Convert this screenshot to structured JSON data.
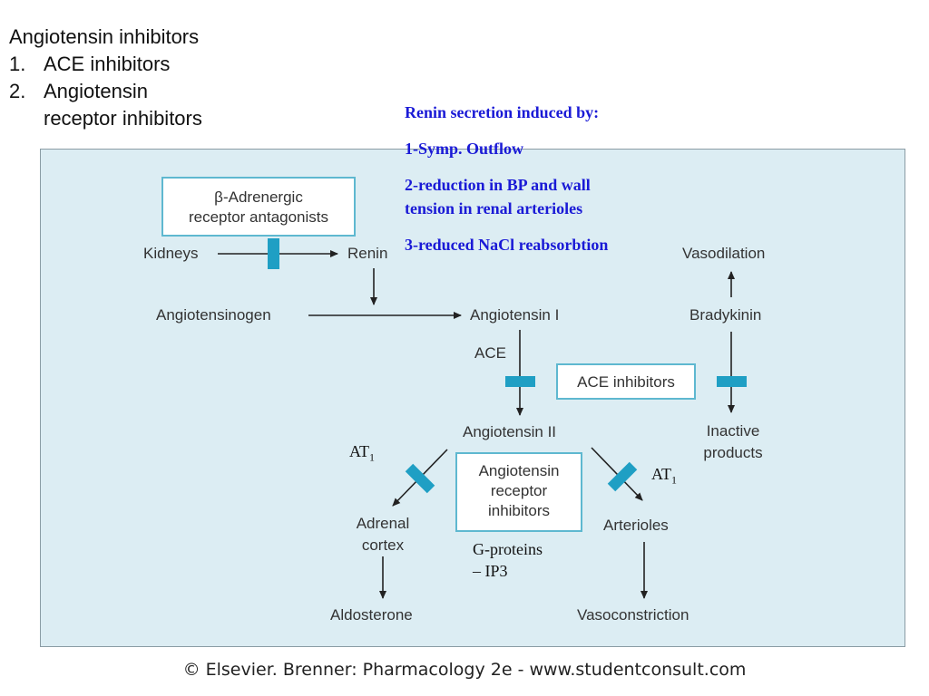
{
  "outline": {
    "heading": "Angiotensin inhibitors",
    "items": [
      {
        "num": "1.",
        "text": "ACE inhibitors"
      },
      {
        "num": "2.",
        "text": "Angiotensin",
        "cont": "receptor inhibitors"
      }
    ]
  },
  "note": {
    "title": "Renin secretion induced by:",
    "line1": "1-Symp. Outflow",
    "line2a": "2-reduction in BP and wall",
    "line2b": "tension in renal arterioles",
    "line3": "3-reduced NaCl reabsorbtion"
  },
  "diagram": {
    "beta_box_line1": "β-Adrenergic",
    "beta_box_line2": "receptor antagonists",
    "kidneys": "Kidneys",
    "renin": "Renin",
    "angiotensinogen": "Angiotensinogen",
    "angiotensin1": "Angiotensin I",
    "ace": "ACE",
    "ace_inhibitors_box": "ACE inhibitors",
    "angiotensin2": "Angiotensin II",
    "vasodilation": "Vasodilation",
    "bradykinin": "Bradykinin",
    "inactive_line1": "Inactive",
    "inactive_line2": "products",
    "arb_line1": "Angiotensin",
    "arb_line2": "receptor",
    "arb_line3": "inhibitors",
    "adrenal_line1": "Adrenal",
    "adrenal_line2": "cortex",
    "arterioles": "Arterioles",
    "aldosterone": "Aldosterone",
    "vasoconstriction": "Vasoconstriction",
    "at_left": "AT",
    "at_left_sub": "1",
    "at_right": "AT",
    "at_right_sub": "1",
    "gprot_line1": "G-proteins",
    "gprot_line2": "– IP3"
  },
  "footer": "© Elsevier. Brenner: Pharmacology 2e - www.studentconsult.com",
  "colors": {
    "panel_bg": "#dcedf3",
    "block_bar": "#1f9fc4",
    "box_border": "#5eb8d0",
    "note_text": "#1a1ad6"
  }
}
